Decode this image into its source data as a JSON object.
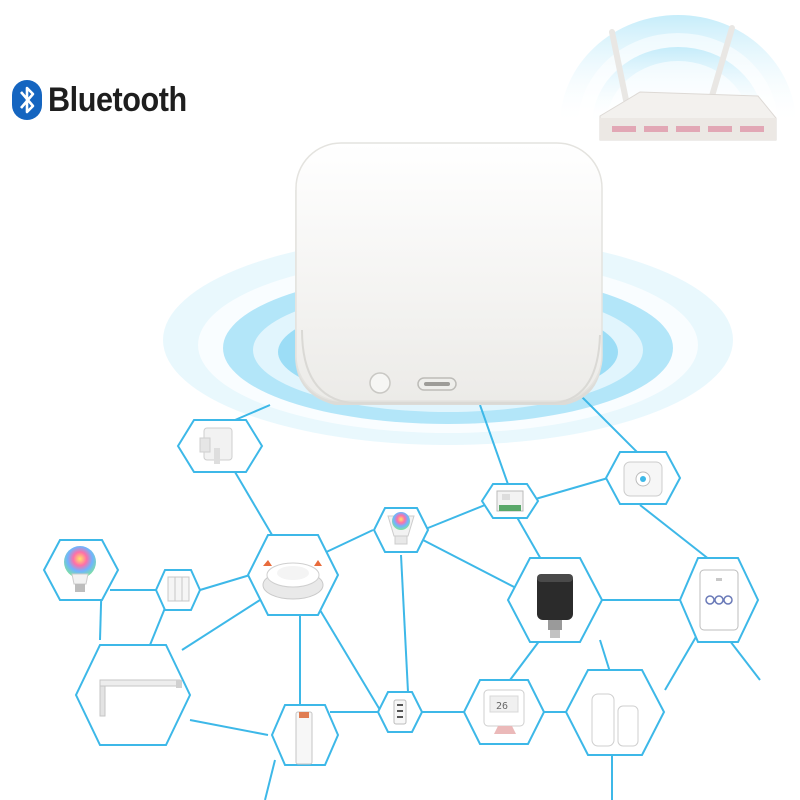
{
  "branding": {
    "protocol_label": "Bluetooth",
    "protocol_icon": "bluetooth-icon",
    "protocol_color": "#1565c0"
  },
  "colors": {
    "network_line": "#3db8e8",
    "signal_wave": "#5fcdf0",
    "hub_body": "#f4f4f2"
  },
  "hub": {
    "icon": "gateway-hub",
    "buttons": [
      "reset-button",
      "usb-c-port"
    ]
  },
  "router": {
    "icon": "wifi-router-icon"
  },
  "devices": [
    {
      "name": "smart-switch-relay-icon"
    },
    {
      "name": "relay-module-icon"
    },
    {
      "name": "smart-plug-icon"
    },
    {
      "name": "gu10-rgb-bulb-icon"
    },
    {
      "name": "rgb-bulb-icon"
    },
    {
      "name": "wall-switch-icon"
    },
    {
      "name": "downlight-icon"
    },
    {
      "name": "radiator-valve-icon"
    },
    {
      "name": "touch-switch-panel-icon"
    },
    {
      "name": "curtain-track-icon"
    },
    {
      "name": "remote-control-icon"
    },
    {
      "name": "thermostat-icon"
    },
    {
      "name": "door-sensor-icon"
    },
    {
      "name": "tubular-motor-icon"
    }
  ]
}
